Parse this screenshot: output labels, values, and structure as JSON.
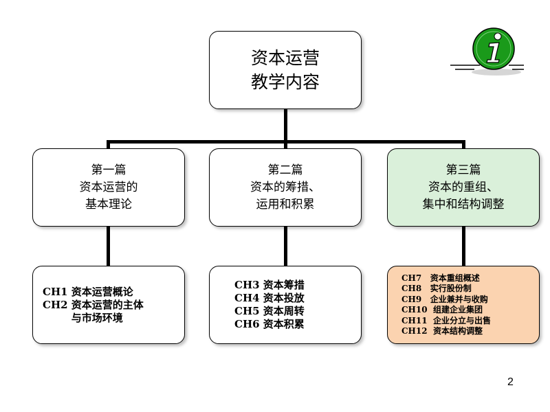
{
  "root": {
    "line1": "资本运营",
    "line2": "教学内容"
  },
  "parts": [
    {
      "line1": "第一篇",
      "line2": "资本运营的",
      "line3": "基本理论",
      "fill": "#ffffff"
    },
    {
      "line1": "第二篇",
      "line2": "资本的筹措、",
      "line3": "运用和积累",
      "fill": "#ffffff"
    },
    {
      "line1": "第三篇",
      "line2": "资本的重组、",
      "line3": "集中和结构调整",
      "fill": "#daf0da"
    }
  ],
  "chapters_1": [
    "CH1 资本运营概论",
    "CH2 资本运营的主体",
    "        与市场环境"
  ],
  "chapters_2": [
    "CH3 资本筹措",
    "CH4 资本投放",
    "CH5 资本周转",
    "CH6 资本积累"
  ],
  "chapters_3": [
    "CH7   资本重组概述",
    "CH8   实行股份制",
    "CH9   企业兼并与收购",
    "CH10  组建企业集团",
    "CH11  企业分立与出售",
    "CH12  资本结构调整"
  ],
  "chapters_3_fill": "#fbd3b0",
  "icon": "info-icon",
  "icon_color": "#1a9a1a",
  "page_number": "2"
}
